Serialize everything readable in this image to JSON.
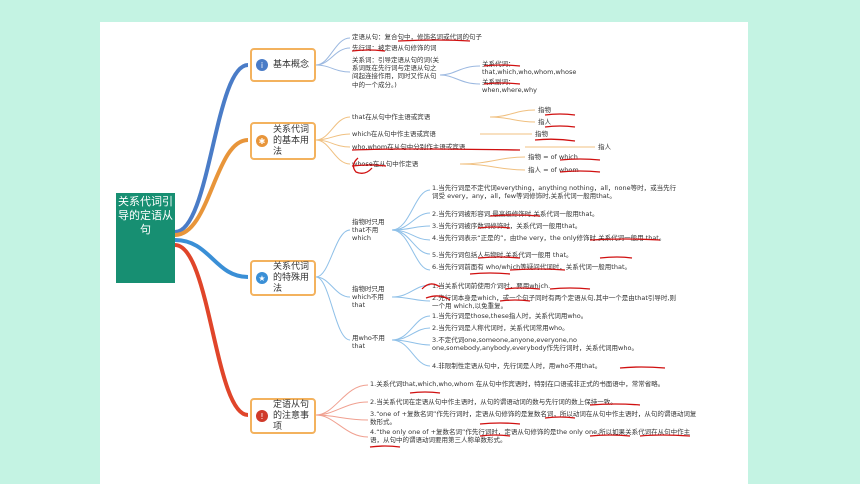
{
  "root": {
    "label": "关系代词引导的定语从句"
  },
  "branches": [
    {
      "label": "基本概念",
      "icon": "info-icon",
      "color": "#4a7cc7"
    },
    {
      "label": "关系代词的基本用法",
      "icon": "gear-icon",
      "color": "#e8953a"
    },
    {
      "label": "关系代词的特殊用法",
      "icon": "star-icon",
      "color": "#3a8fd6"
    },
    {
      "label": "定语从句的注意事项",
      "icon": "alert-icon",
      "color": "#d03a2a"
    }
  ],
  "concept": {
    "l1": "定语从句：复合句中，修饰名词或代词的句子",
    "l2": "先行词：被定语从句修饰的词",
    "l3": "关系词：引导定语从句的词(关系词既在先行词与定语从句之间起连接作用，同时又作从句中的一个成分。)",
    "rel_pron": "关系代词：that,which,who,whom,whose",
    "rel_adv": "关系副词：when,where,why"
  },
  "basic": {
    "l1": "that在从句中作主语或宾语",
    "l1a": "指物",
    "l1b": "指人",
    "l2": "which在从句中作主语或宾语",
    "l2a": "指物",
    "l3": "who,whom在从句中分别作主语或宾语",
    "l3a": "指人",
    "l4": "whose在从句中作定语",
    "l4a": "指物 = of which",
    "l4b": "指人 = of whom"
  },
  "special": {
    "g1": "指物时只用that不用which",
    "g1_items": [
      "1.当先行词是不定代词everything，anything nothing，all，none等时，或当先行词受 every，any，all，few等词修饰时,关系代词一般用that。",
      "2.当先行词被形容词,最高级修饰时,关系代词一般用that。",
      "3.当先行词被序数词修饰时，关系代词一般用that。",
      "4.当先行词表示“正是的”，由the very，the only修饰时,关系代词一般用 that。",
      "5.当先行词包括人与物时,关系代词一般用 that。",
      "6.当先行词前面有 who/which等疑问代词时，关系代词一般用that。"
    ],
    "g2": "指物时只用which不用that",
    "g2_items": [
      "1.当关系代词前使用介词时，要用which.",
      "2.先行词本身是which，或一个句子同时有两个定语从句,其中一个是由that引导时,则一个用 which,以免重复。"
    ],
    "g3": "用who不用that",
    "g3_items": [
      "1.当先行词是those,these指人时，关系代词用who。",
      "2.当先行词是人称代词时，关系代词常用who。",
      "3.不定代词one,someone,anyone,everyone,no one,somebody,anybody,everybody作先行词时，关系代词用who。",
      "4.非限制性定语从句中，先行词是人时，用who不用that。"
    ]
  },
  "notes": [
    "1.关系代词that,which,who,whom 在从句中作宾语时，特别在口语或非正式的书面语中，常常省略。",
    "2.当关系代词在定语从句中作主语时，从句的谓语动词的数与先行词的数上保持一致。",
    "3.“one of +复数名词”作先行词时，定语从句修饰的是复数名词，所以动词在从句中作主语时，从句的谓语动词复数形式。",
    "4.“the only one of +复数名词”作先行词时，定语从句修饰的是the only one,所以如果关系代词在从句中作主语，从句中的谓语动词要用第三人称单数形式。"
  ]
}
